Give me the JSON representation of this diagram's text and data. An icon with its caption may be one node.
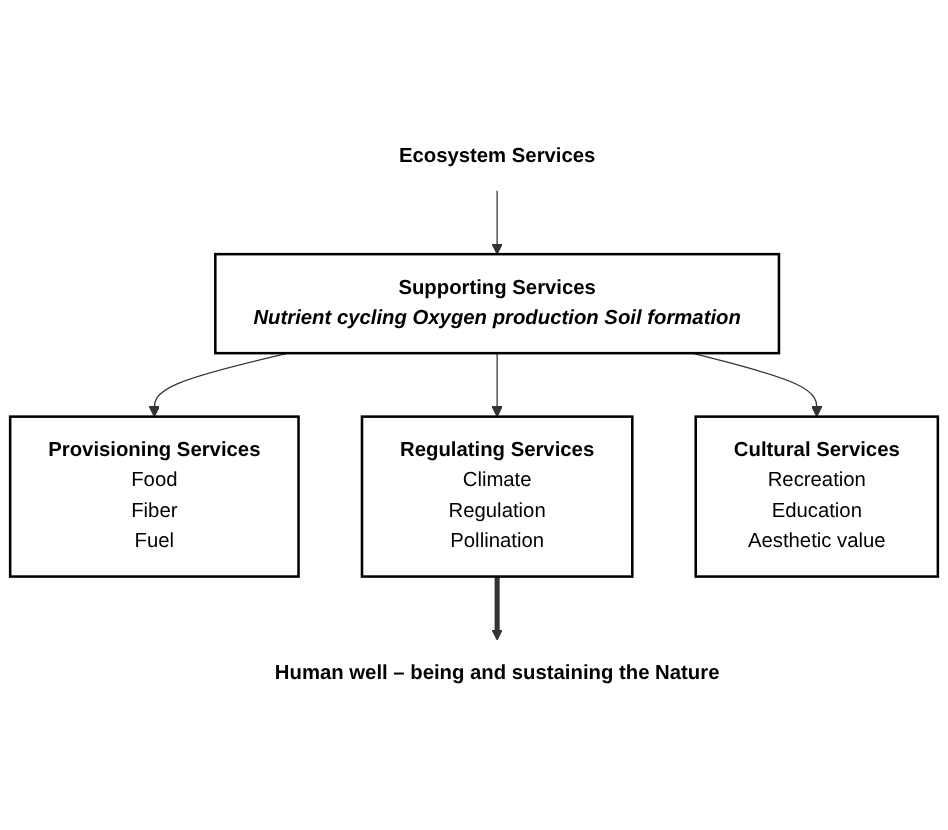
{
  "diagram": {
    "nodes": [
      {
        "text": [
          "Ecosystem Services"
        ]
      },
      {
        "text": [
          "Supporting Services",
          "Nutrient cycling",
          "Oxygen production",
          "Soil formation"
        ]
      },
      {
        "text": [
          "Provisioning Services",
          "Food",
          "Fiber",
          "Fuel"
        ]
      },
      {
        "text": [
          "Regulating Services",
          "Climate",
          "Regulation",
          "Pollination"
        ]
      },
      {
        "text": [
          "Cultural Services",
          "Recreation",
          "Education",
          "Aesthetic value"
        ]
      },
      {
        "text": [
          "Human well – being and sustaining the Nature"
        ]
      }
    ],
    "edges": [
      {
        "from": 0,
        "to": 1,
        "arrow": "to"
      },
      {
        "from": 1,
        "to": 2,
        "arrow": "to"
      },
      {
        "from": 1,
        "to": 3,
        "arrow": "to"
      },
      {
        "from": 1,
        "to": 4,
        "arrow": "to"
      },
      {
        "from": 3,
        "to": 5,
        "arrow": "to",
        "style": "thick"
      }
    ]
  }
}
